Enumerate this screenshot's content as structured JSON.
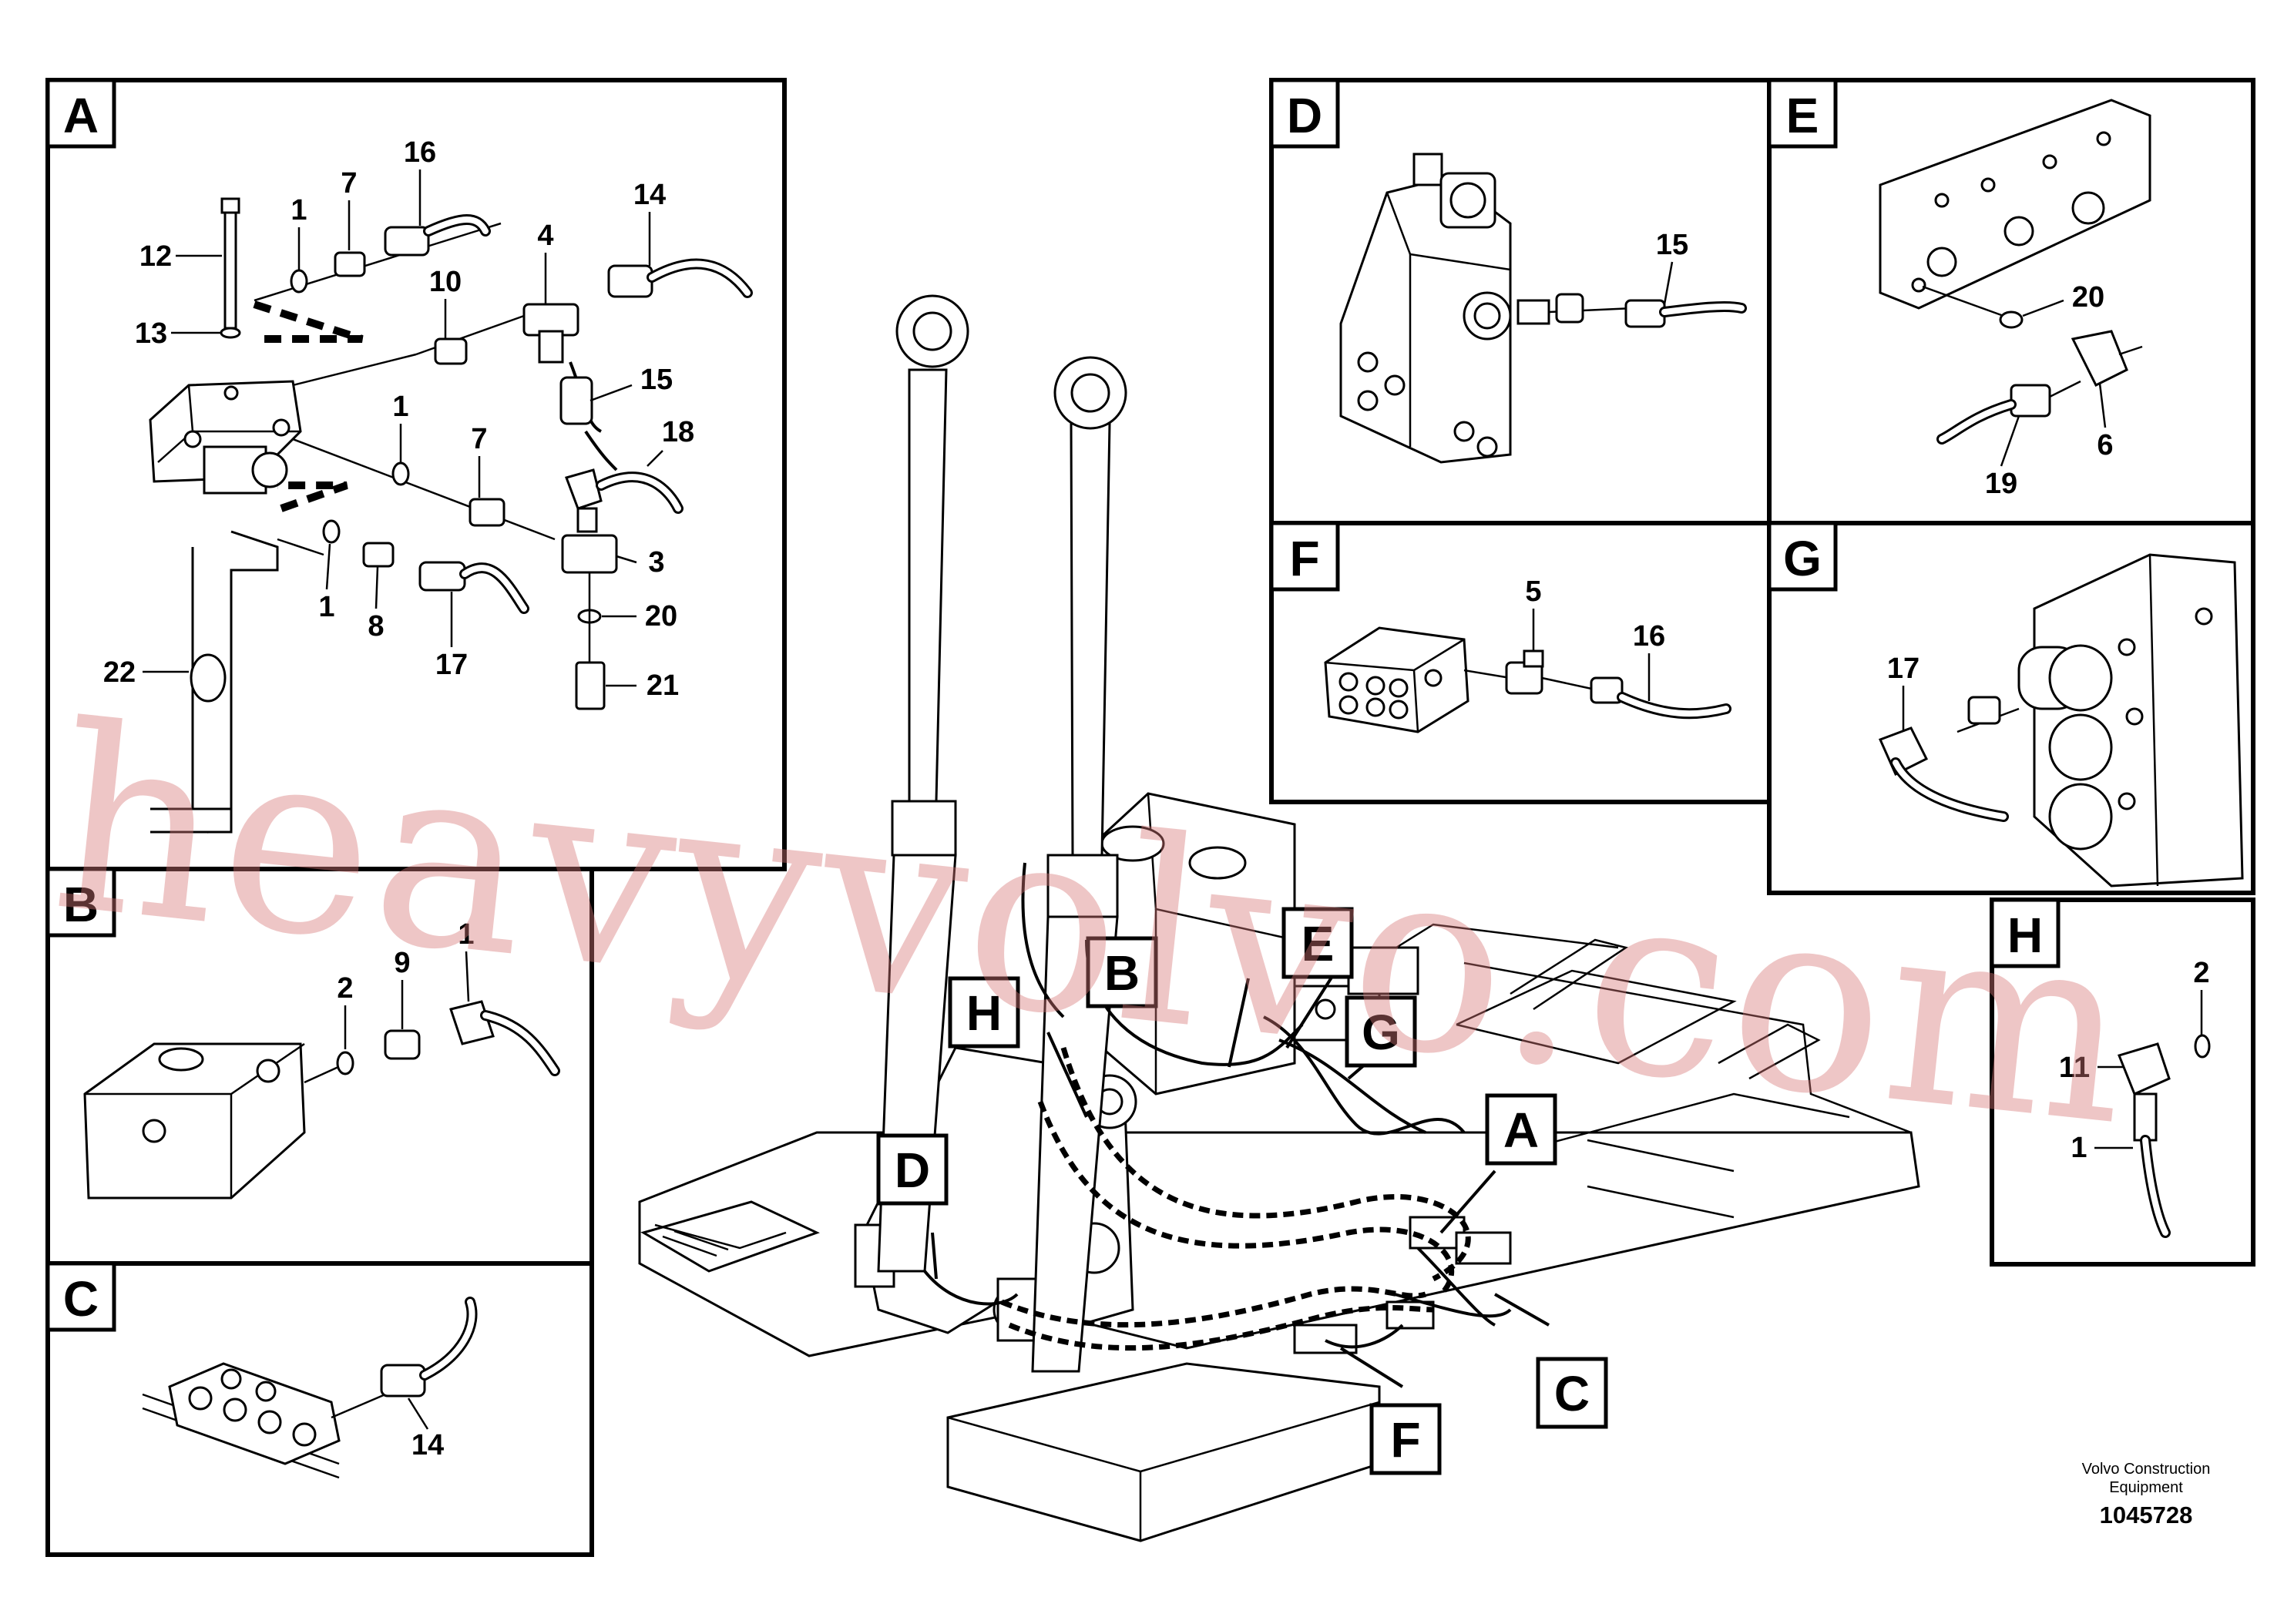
{
  "panels": {
    "A": {
      "tag": "A",
      "callouts": [
        "1",
        "7",
        "16",
        "12",
        "14",
        "4",
        "13",
        "10",
        "15",
        "1",
        "7",
        "18",
        "3",
        "1",
        "8",
        "20",
        "17",
        "21",
        "22"
      ]
    },
    "B": {
      "tag": "B",
      "callouts": [
        "2",
        "9",
        "1"
      ]
    },
    "C": {
      "tag": "C",
      "callouts": [
        "14"
      ]
    },
    "D": {
      "tag": "D",
      "callouts": [
        "15"
      ]
    },
    "E": {
      "tag": "E",
      "callouts": [
        "20",
        "6",
        "19"
      ]
    },
    "F": {
      "tag": "F",
      "callouts": [
        "5",
        "16"
      ]
    },
    "G": {
      "tag": "G",
      "callouts": [
        "17"
      ]
    },
    "H": {
      "tag": "H",
      "callouts": [
        "2",
        "11",
        "1"
      ]
    }
  },
  "main_tags": {
    "B": "B",
    "E": "E",
    "H": "H",
    "G": "G",
    "A": "A",
    "D": "D",
    "C": "C",
    "F": "F"
  },
  "watermark": "heavyvolvo.com",
  "caption": {
    "brand_line1": "Volvo Construction",
    "brand_line2": "Equipment",
    "code": "1045728"
  }
}
